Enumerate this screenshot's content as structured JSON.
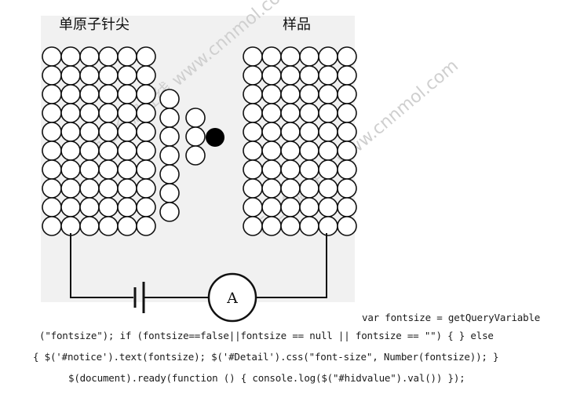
{
  "diagram": {
    "tip_label": "单原子针尖",
    "sample_label": "样品",
    "ammeter_label": "A",
    "watermark": "有色金属在线 www.cnnmol.com",
    "colors": {
      "background": "#ffffff",
      "atom_stroke": "#111111",
      "atom_fill": "#ffffff",
      "single_atom": "#000000",
      "panel_bg": "#f1f1f1",
      "watermark": "#cfcfcf"
    }
  },
  "code_lines": {
    "line1": "var fontsize = getQueryVariable",
    "line2": "(\"fontsize\"); if (fontsize==false||fontsize == null || fontsize == \"\") { } else",
    "line3": "{ $('#notice').text(fontsize); $('#Detail').css(\"font-size\", Number(fontsize)); }",
    "line4": "$(document).ready(function () { console.log($(\"#hidvalue\").val()) });"
  }
}
